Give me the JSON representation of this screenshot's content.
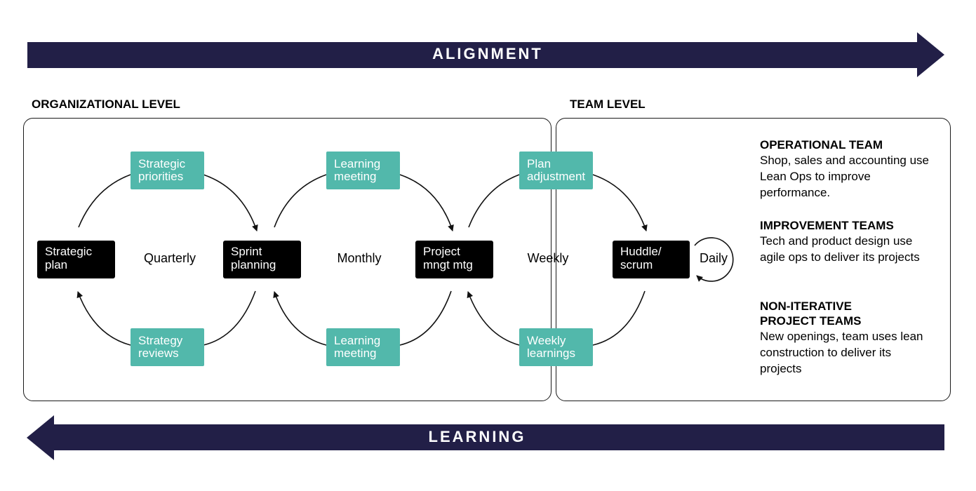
{
  "banners": {
    "alignment": "ALIGNMENT",
    "learning": "LEARNING"
  },
  "sections": {
    "org_title": "ORGANIZATIONAL LEVEL",
    "team_title": "TEAM LEVEL"
  },
  "nodes": {
    "strategic_plan": "Strategic\nplan",
    "sprint_planning": "Sprint\nplanning",
    "project_mngt": "Project\nmngt mtg",
    "huddle": "Huddle/\nscrum"
  },
  "tags": {
    "strategic_priorities": "Strategic\npriorities",
    "strategy_reviews": "Strategy\nreviews",
    "learning_meeting_top": "Learning\nmeeting",
    "learning_meeting_bottom": "Learning\nmeeting",
    "plan_adjustment": "Plan\nadjustment",
    "weekly_learnings": "Weekly\nlearnings"
  },
  "frequencies": {
    "quarterly": "Quarterly",
    "monthly": "Monthly",
    "weekly": "Weekly",
    "daily": "Daily"
  },
  "teams": [
    {
      "title": "OPERATIONAL TEAM",
      "description": "Shop, sales and accounting use Lean Ops to improve performance."
    },
    {
      "title": "IMPROVEMENT TEAMS",
      "description": "Tech and product design use agile ops to deliver its projects"
    },
    {
      "title": "NON-ITERATIVE\nPROJECT TEAMS",
      "description": "New openings, team uses lean construction to deliver its projects"
    }
  ],
  "colors": {
    "banner": "#221f47",
    "teal": "#52b8ab",
    "node": "#000000"
  }
}
